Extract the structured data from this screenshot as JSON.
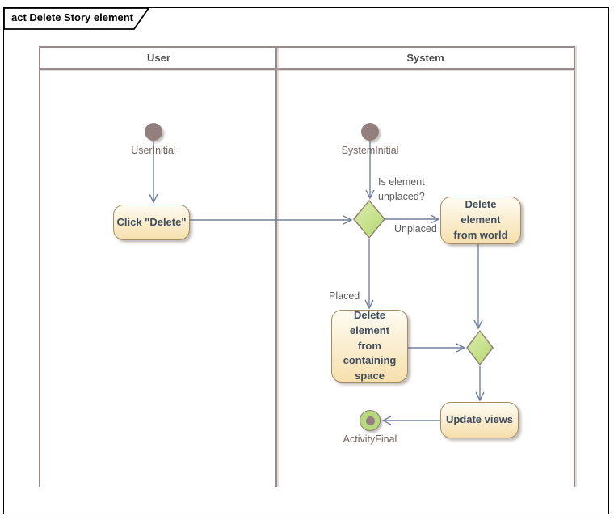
{
  "frame": {
    "title": "act Delete Story element"
  },
  "lanes": [
    {
      "label": "User"
    },
    {
      "label": "System"
    }
  ],
  "nodes": {
    "user_initial": {
      "label": "UserInitial",
      "type": "initial"
    },
    "system_initial": {
      "label": "SystemInitial",
      "type": "initial"
    },
    "click_delete": {
      "label": "Click \"Delete\"",
      "type": "action"
    },
    "delete_world": {
      "label": "Delete\nelement\nfrom world",
      "type": "action"
    },
    "delete_containing": {
      "label": "Delete\nelement\nfrom\ncontaining\nspace",
      "type": "action"
    },
    "update_views": {
      "label": "Update views",
      "type": "action"
    },
    "activity_final": {
      "label": "ActivityFinal",
      "type": "final"
    },
    "decision_unplaced": {
      "guard_question": "Is element\nunplaced?",
      "type": "decision"
    },
    "merge": {
      "type": "merge"
    }
  },
  "edge_labels": {
    "unplaced": "Unplaced",
    "placed": "Placed"
  },
  "colors": {
    "edge": "#72819f",
    "lane_border": "#9a8b8b",
    "activity_fill_top": "#fefcf3",
    "activity_fill_bottom": "#f6dfac",
    "activity_border": "#a58c64",
    "decision_fill_top": "#dcebae",
    "decision_fill_bottom": "#b5d871",
    "decision_border": "#8f7f72",
    "initial_fill": "#93807e",
    "final_ring_fill": "#b7d97e",
    "text_activity": "#3f4d5c",
    "text_label": "#6e635c",
    "text_guard": "#5b5b5b"
  }
}
